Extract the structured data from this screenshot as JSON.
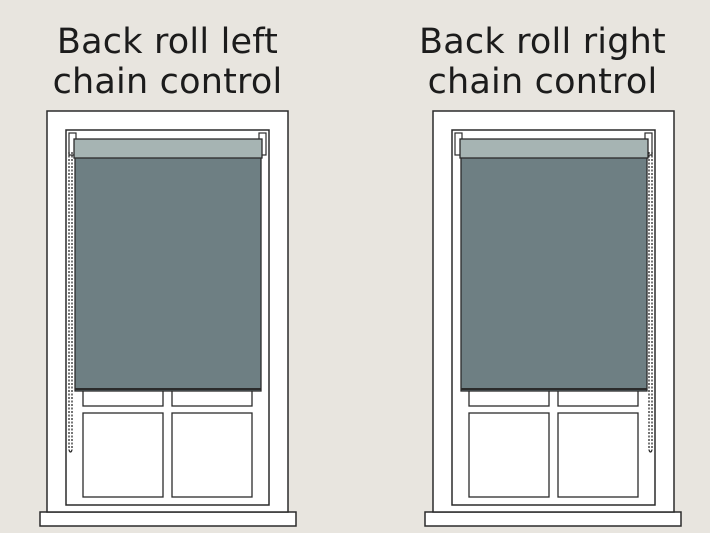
{
  "colors": {
    "background": "#e8e5df",
    "frame": "#ffffff",
    "outline": "#2b2b2b",
    "blind_fabric": "#6e7f83",
    "cassette": "#a6b4b3",
    "text": "#1c1c1c"
  },
  "panels": [
    {
      "title_line1": "Back roll left",
      "title_line2": "chain control",
      "chain_side": "left"
    },
    {
      "title_line1": "Back roll right",
      "title_line2": "chain control",
      "chain_side": "right"
    }
  ]
}
